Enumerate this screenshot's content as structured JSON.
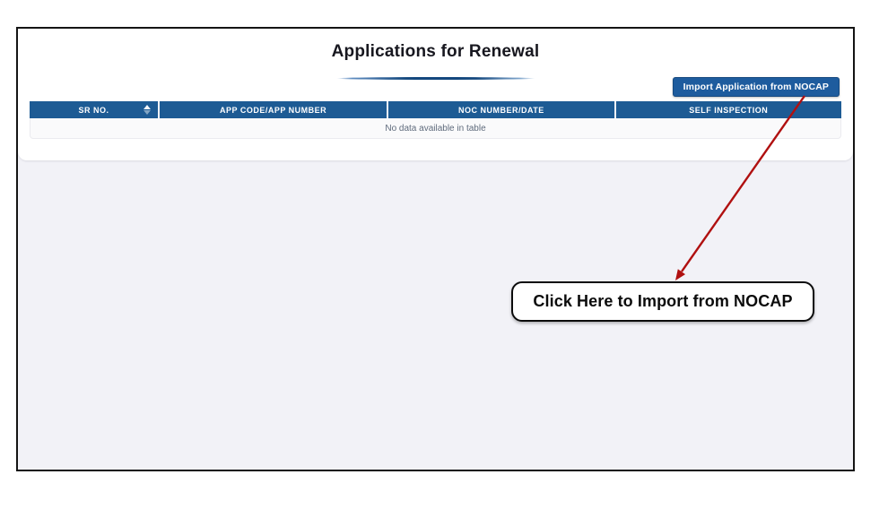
{
  "page": {
    "title": "Applications for Renewal"
  },
  "toolbar": {
    "import_button_label": "Import Application from NOCAP"
  },
  "table": {
    "columns": [
      "SR NO.",
      "APP CODE/APP NUMBER",
      "NOC NUMBER/DATE",
      "SELF INSPECTION"
    ],
    "empty_message": "No data available in table"
  },
  "annotation": {
    "callout_label": "Click Here to Import from NOCAP"
  },
  "colors": {
    "header_blue": "#1d5b94",
    "button_blue": "#1e5c9e",
    "page_gray": "#f2f2f7",
    "arrow_red": "#b01010",
    "title_underline": "#14487e"
  }
}
